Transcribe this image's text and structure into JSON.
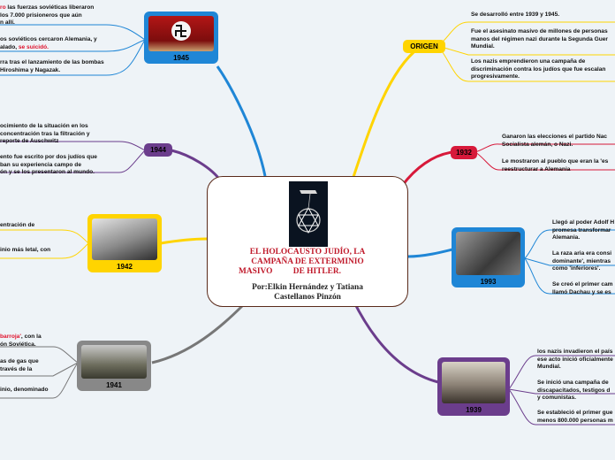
{
  "colors": {
    "center_border": "#5a2a1a",
    "origen": "#ffd400",
    "y1932": "#d7193a",
    "y1933": "#1f86d6",
    "y1939": "#6b3d8c",
    "y1941": "#666666",
    "y1942": "#ffd400",
    "y1944": "#6b3d8c",
    "y1945": "#1f86d6"
  },
  "center": {
    "title_line1": "EL HOLOCAUSTO JUDÍO, LA",
    "title_line2": "CAMPAÑA DE EXTERMINIO",
    "title_line3": "MASIVO          DE HITLER.",
    "subtitle_line1": "Por:Elkin Hernández y Tatiana",
    "subtitle_line2": "Castellanos Pinzón"
  },
  "nodes": {
    "origen": "ORIGEN",
    "y1932": "1932",
    "y1933": "1993",
    "y1939": "1939",
    "y1941": "1941",
    "y1942": "1942",
    "y1944": "1944",
    "y1945": "1945"
  },
  "notes": {
    "origen_1": "Se desarrolló entre 1939 y 1945.",
    "origen_2a": "Fue el asesinato masivo de millones de personas",
    "origen_2b": "manos del régimen nazi durante la Segunda Guer",
    "origen_2c": "Mundial.",
    "origen_3a": "Los nazis emprendieron una campaña de",
    "origen_3b": "discriminación contra los judíos que fue escalan",
    "origen_3c": "progresivamente.",
    "y1932_1": "Ganaron las elecciones el partido Nac",
    "y1932_1b": "Socialista alemán, o Nazi.",
    "y1932_2a": "Le mostraron al pueblo que eran la 'es",
    "y1932_2b": "reestructurar a Alemania",
    "y1933_1a": "Llegó al poder Adolf H",
    "y1933_1b": "promesa transformar",
    "y1933_1c": "Alemania.",
    "y1933_2a": "La raza aria era consi",
    "y1933_2b": "dominante', mientras",
    "y1933_2c": "como 'inferiores'.",
    "y1933_3a": "Se creó el primer cam",
    "y1933_3b": "llamó Dachau y se es",
    "y1939_1a": "los nazis invadieron el país",
    "y1939_1b": "ese acto inició oficialmente",
    "y1939_1c": "Mundial.",
    "y1939_2a": "Se inició una campaña de",
    "y1939_2b": "discapacitados,  testigos d",
    "y1939_2c": "y comunistas.",
    "y1939_3a": "Se estableció el primer gue",
    "y1939_3b": "menos 800.000 personas m",
    "y1945_1a": "ro",
    "y1945_1b": "  las fuerzas soviéticas liberaron",
    "y1945_1c": "los 7.000 prisioneros que aún",
    "y1945_1d": "n allí.",
    "y1945_2a": "os soviéticos cercaron Alemania, y",
    "y1945_2b": "alado, ",
    "y1945_2c": "se suicidó.",
    "y1945_3a": "rra tras el lanzamiento de las bombas",
    "y1945_3b": " Hiroshima y Nagazak.",
    "y1944_1a": "ocimiento de la situación en los",
    "y1944_1b": "concentración tras la filtración y",
    "y1944_1c": "reporte de Auschwitz",
    "y1944_2a": "ento fue escrito por dos judíos que",
    "y1944_2b": "ban su experiencia campo de",
    "y1944_2c": "ón y se los presentaron al mundo.",
    "y1942_1": "entración de",
    "y1942_2": "inio más letal, con",
    "y1941_1a": "barroja'",
    "y1941_1b": ", con la",
    "y1941_1c": "ón Soviética.",
    "y1941_2a": "as de gas que",
    "y1941_2b": " través de la",
    "y1941_3": "inio, denominado"
  }
}
